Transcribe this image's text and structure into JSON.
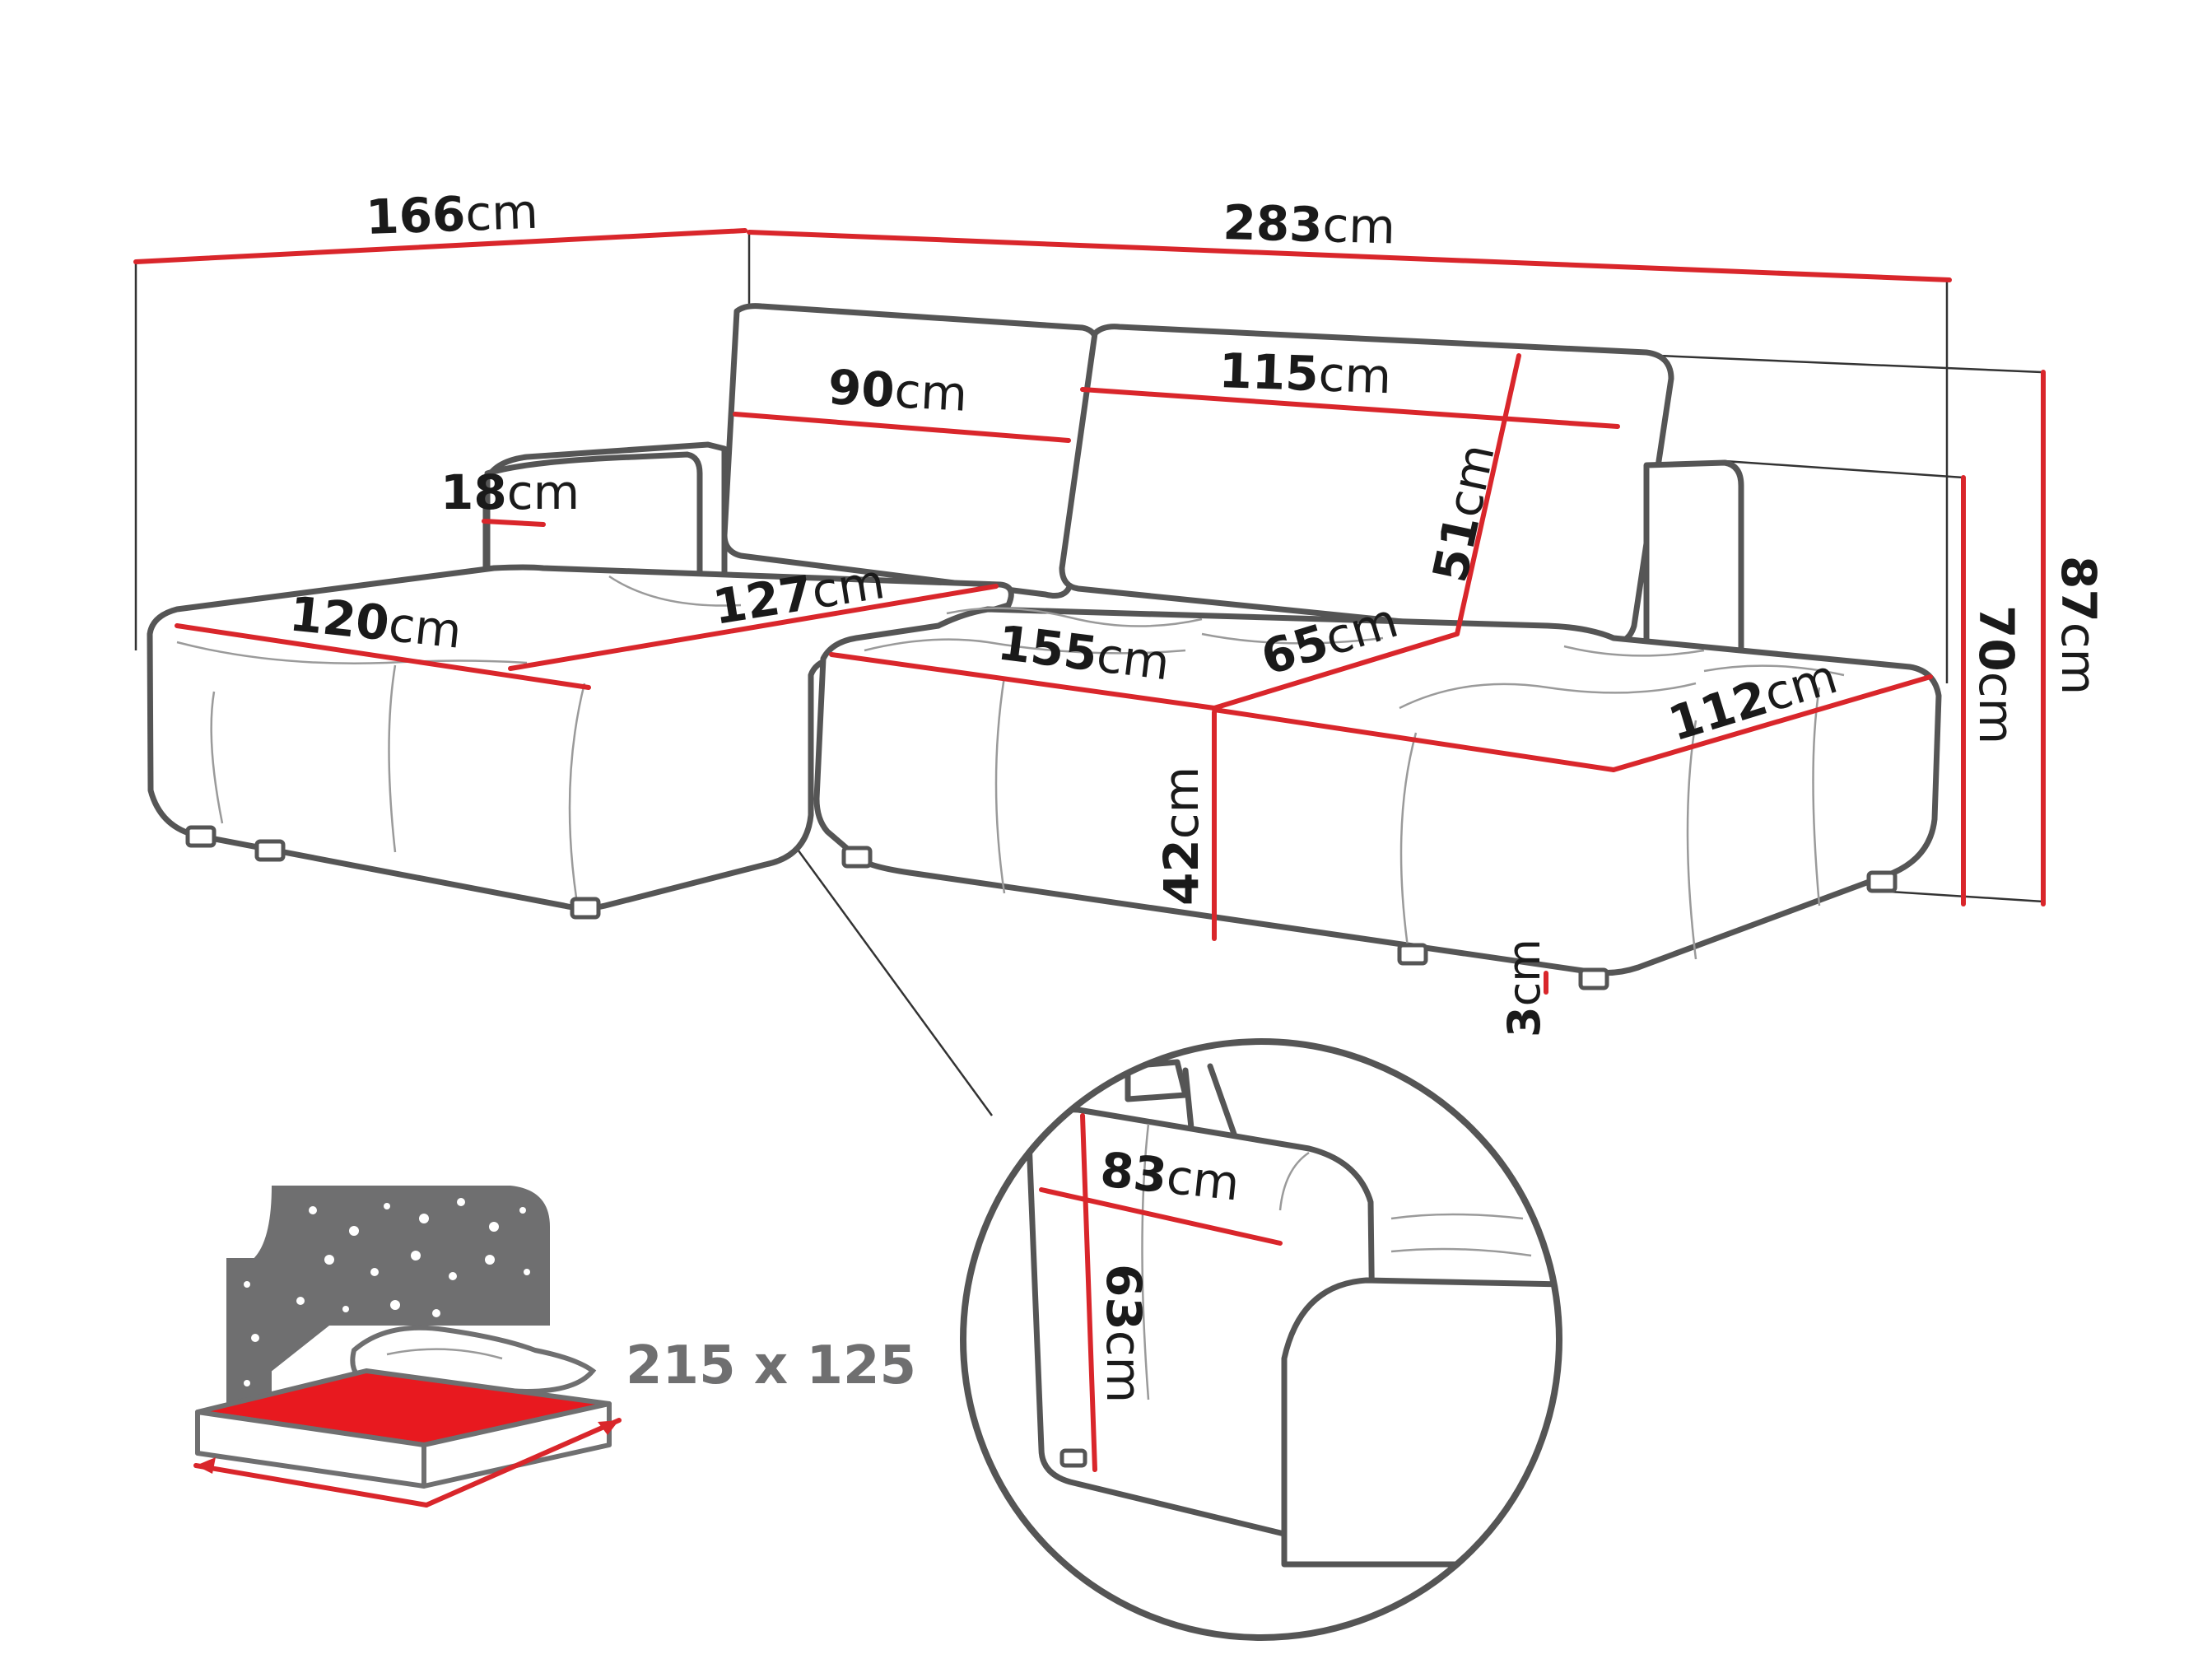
{
  "unit": "cm",
  "dimensions": {
    "d166": "166",
    "d283": "283",
    "d90": "90",
    "d115": "115",
    "d18": "18",
    "d51": "51",
    "d120": "120",
    "d127": "127",
    "d155": "155",
    "d65": "65",
    "d112": "112",
    "d42": "42",
    "d3": "3",
    "d70": "70",
    "d87": "87",
    "d83": "83",
    "d63": "63"
  },
  "bed": {
    "label": "215 x 125"
  },
  "colors": {
    "dimension_line": "#d9262b",
    "outline": "#555555",
    "bed_icon_bg": "#6f6f70",
    "bed_surface": "#e8191f"
  },
  "icons": [
    "sofa-outline-icon",
    "detail-magnifier-icon",
    "sleeping-area-icon"
  ]
}
